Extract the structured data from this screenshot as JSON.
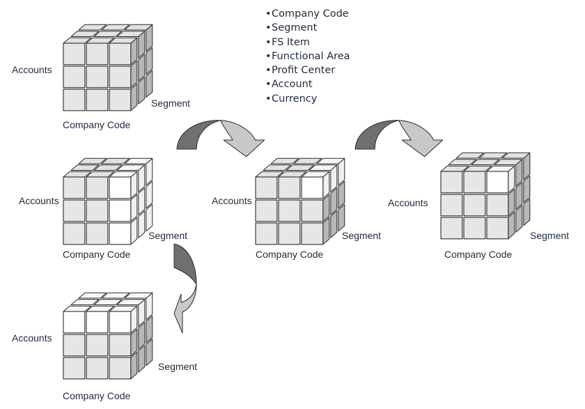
{
  "diagram": {
    "title_list": [
      "Company Code",
      "Segment",
      "FS Item",
      "Functional Area",
      "Profit Center",
      "Account",
      "Currency"
    ],
    "colors": {
      "face_default": "#e6e6e6",
      "face_highlight": "#ffffff",
      "side_default": "#b8b8b8",
      "side_highlight": "#f0f0f0",
      "top_default": "#e2e2e2",
      "top_highlight": "#f7f7f7",
      "stroke": "#2a2a2a",
      "arrow_dark": "#707070",
      "arrow_light": "#c8c8c8",
      "text": "#1f2a3c"
    },
    "cubes": [
      {
        "id": "full-cube",
        "labels": {
          "left": "Accounts",
          "right": "Segment",
          "bottom": "Company Code"
        },
        "highlight": "none"
      },
      {
        "id": "company-code-slice",
        "labels": {
          "left": "Accounts",
          "right": "Segment",
          "bottom": "Company Code"
        },
        "highlight": "column-right"
      },
      {
        "id": "single-cell-slice",
        "labels": {
          "left": "Accounts",
          "right": "Segment",
          "bottom": "Company Code"
        },
        "highlight": "front-top-right-column"
      },
      {
        "id": "single-cell",
        "labels": {
          "left": "Accounts",
          "right": "Segment",
          "bottom": "Company Code"
        },
        "highlight": "front-top-right"
      },
      {
        "id": "accounts-slice",
        "labels": {
          "left": "Accounts",
          "right": "Segment",
          "bottom": "Company Code"
        },
        "highlight": "row-top"
      }
    ],
    "arrows": [
      {
        "id": "arrow-1",
        "from": "company-code-slice",
        "to": "single-cell-slice",
        "direction": "right"
      },
      {
        "id": "arrow-2",
        "from": "single-cell-slice",
        "to": "single-cell",
        "direction": "right"
      },
      {
        "id": "arrow-3",
        "from": "company-code-slice",
        "to": "accounts-slice",
        "direction": "down"
      }
    ]
  }
}
